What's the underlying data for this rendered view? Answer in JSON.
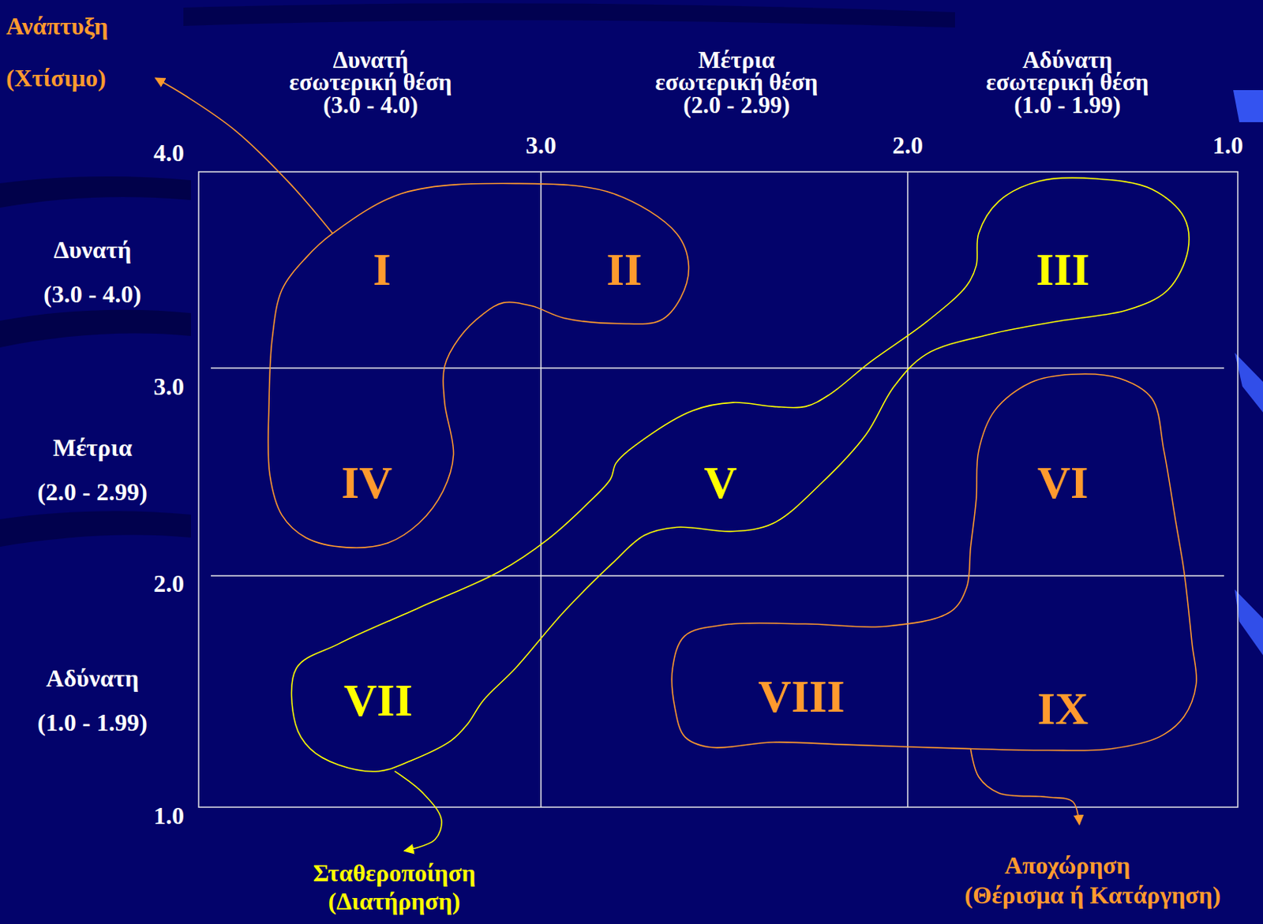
{
  "diagram": {
    "nodes": [
      {
        "text": [
          "I"
        ]
      },
      {
        "text": [
          "II"
        ]
      },
      {
        "text": [
          "III"
        ]
      },
      {
        "text": [
          "IV"
        ]
      },
      {
        "text": [
          "V"
        ]
      },
      {
        "text": [
          "VI"
        ]
      },
      {
        "text": [
          "VII"
        ]
      },
      {
        "text": [
          "VIII"
        ]
      },
      {
        "text": [
          "IX"
        ]
      }
    ],
    "labels": [
      "Ανάπτυξη (Χτίσιμο)",
      "Δυνατή εσωτερική θέση (3.0 - 4.0)",
      "Μέτρια εσωτερική θέση (2.0 - 2.99)",
      "Αδύνατη εσωτερική θέση (1.0 - 1.99)",
      "4.0",
      "3.0",
      "2.0",
      "1.0",
      "Δυνατή (3.0 - 4.0)",
      "3.0",
      "Μέτρια (2.0 - 2.99)",
      "2.0",
      "Αδύνατη (1.0 - 1.99)",
      "1.0",
      "Σταθεροποίηση (Διατήρηση)",
      "Αποχώρηση",
      "(Θέρισμα ή Κατάργηση)"
    ]
  }
}
